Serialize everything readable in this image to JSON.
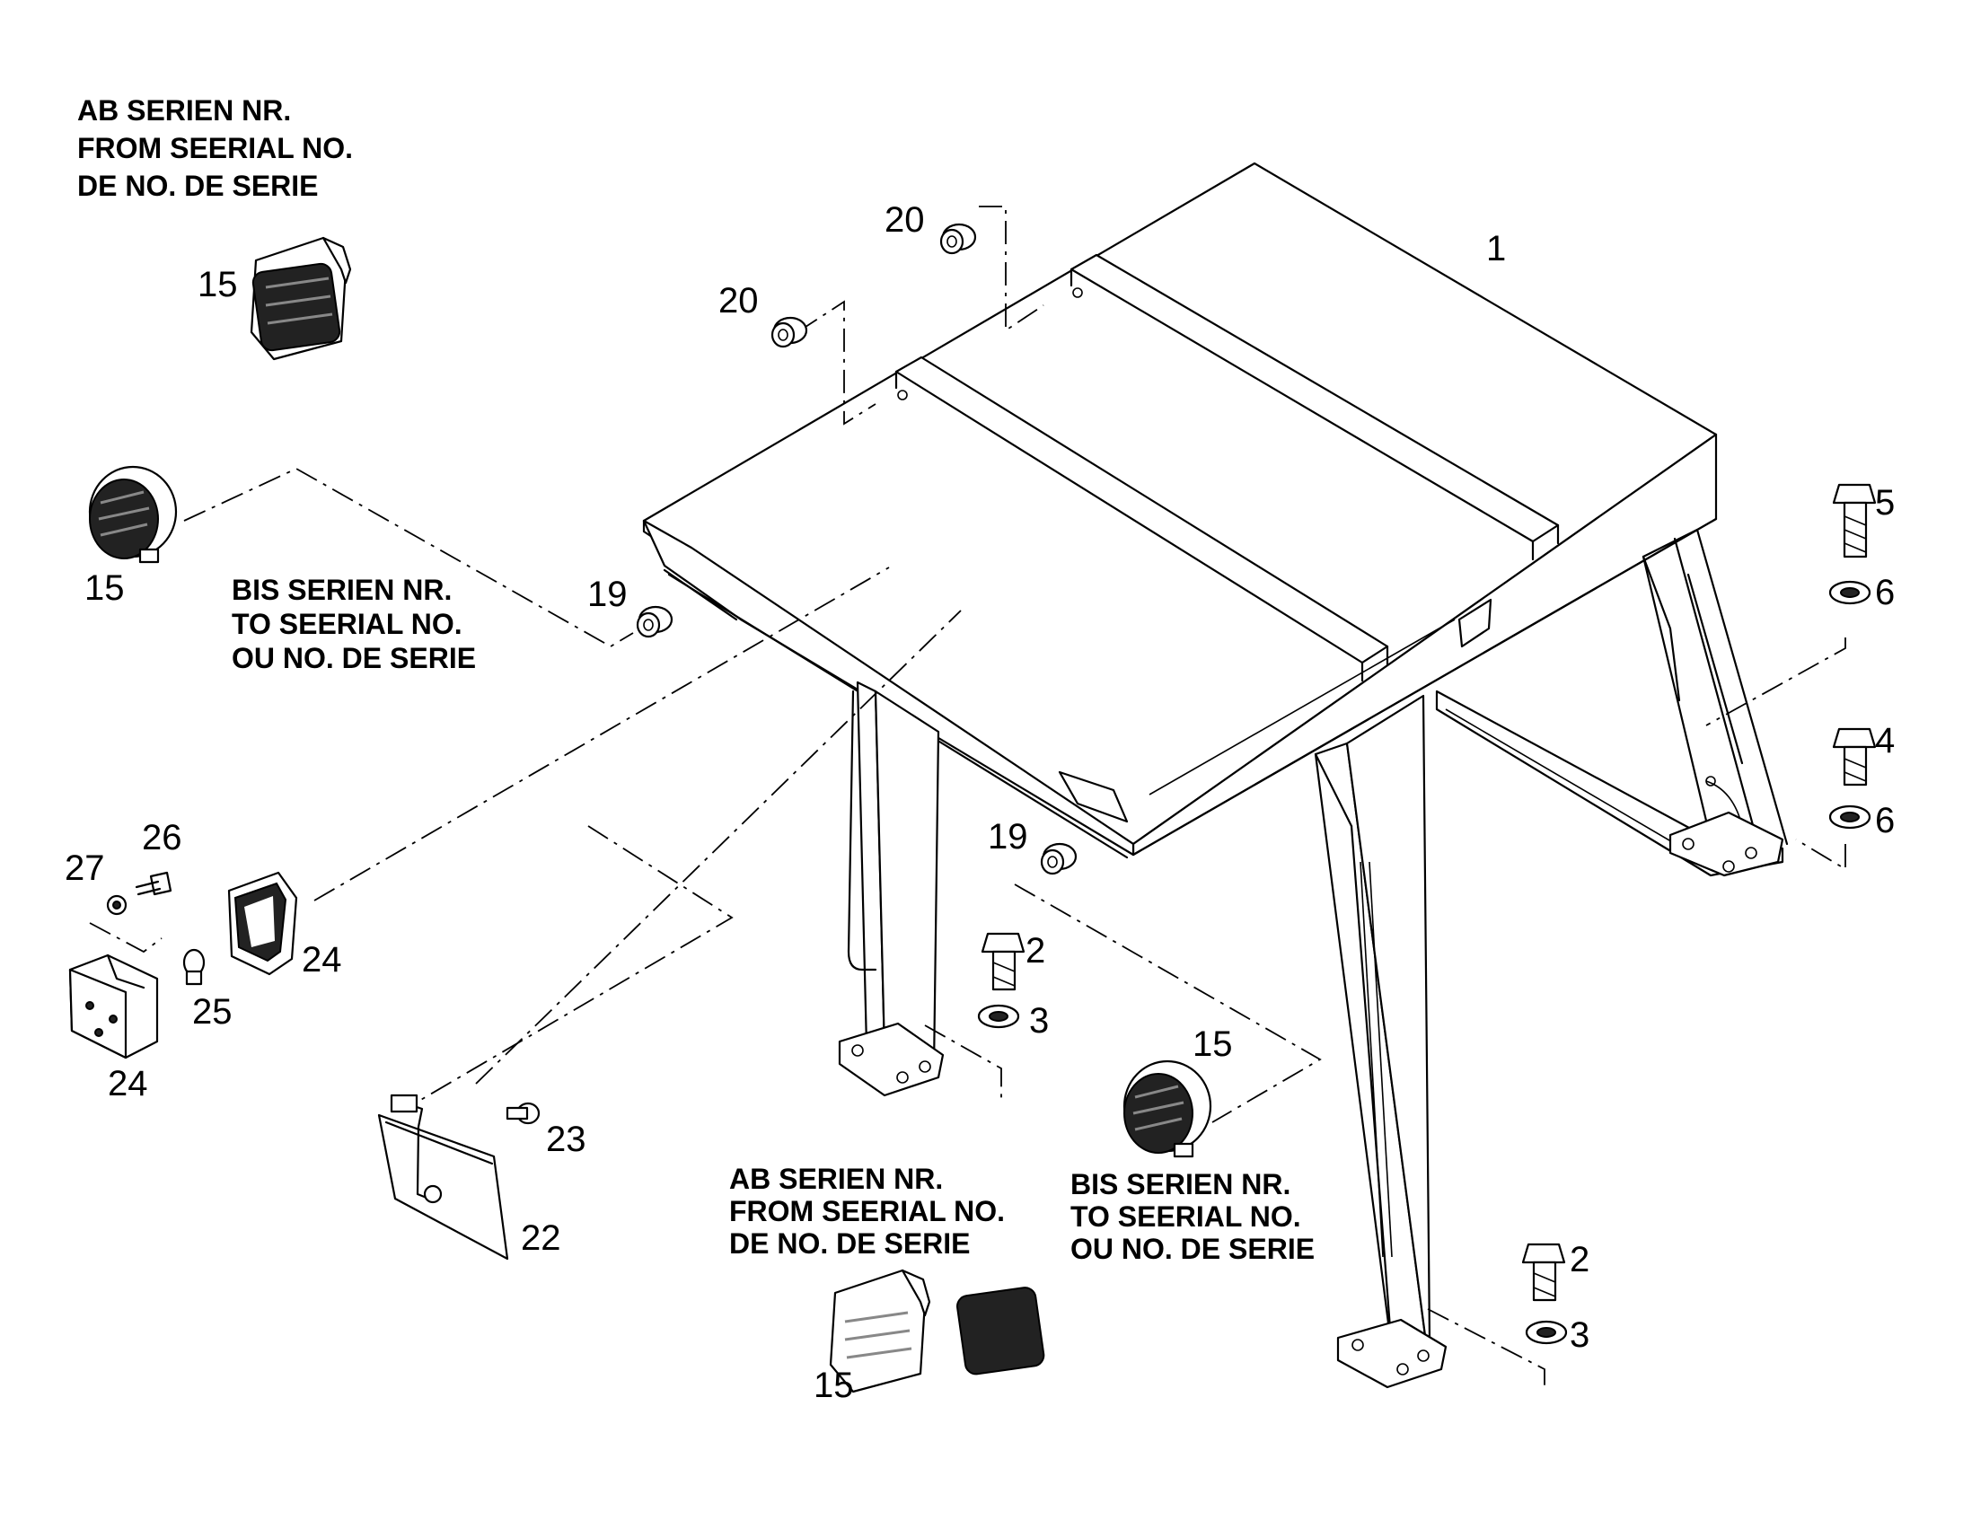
{
  "notes": {
    "top_left": [
      "AB SERIEN NR.",
      "FROM SEERIAL NO.",
      "DE NO. DE SERIE"
    ],
    "mid_left": [
      "BIS SERIEN NR.",
      "TO SEERIAL NO.",
      "OU NO. DE SERIE"
    ],
    "bottom_center": [
      "AB SERIEN NR.",
      "FROM SEERIAL NO.",
      "DE NO. DE SERIE"
    ],
    "bottom_right": [
      "BIS SERIEN NR.",
      "TO SEERIAL NO.",
      "OU NO. DE SERIE"
    ]
  },
  "callouts": {
    "c1": "1",
    "c2a": "2",
    "c2b": "2",
    "c3a": "3",
    "c3b": "3",
    "c4": "4",
    "c5": "5",
    "c6a": "6",
    "c6b": "6",
    "c15a": "15",
    "c15b": "15",
    "c15c": "15",
    "c15d": "15",
    "c19a": "19",
    "c19b": "19",
    "c20a": "20",
    "c20b": "20",
    "c22": "22",
    "c23": "23",
    "c24a": "24",
    "c24b": "24",
    "c25": "25",
    "c26": "26",
    "c27": "27"
  }
}
